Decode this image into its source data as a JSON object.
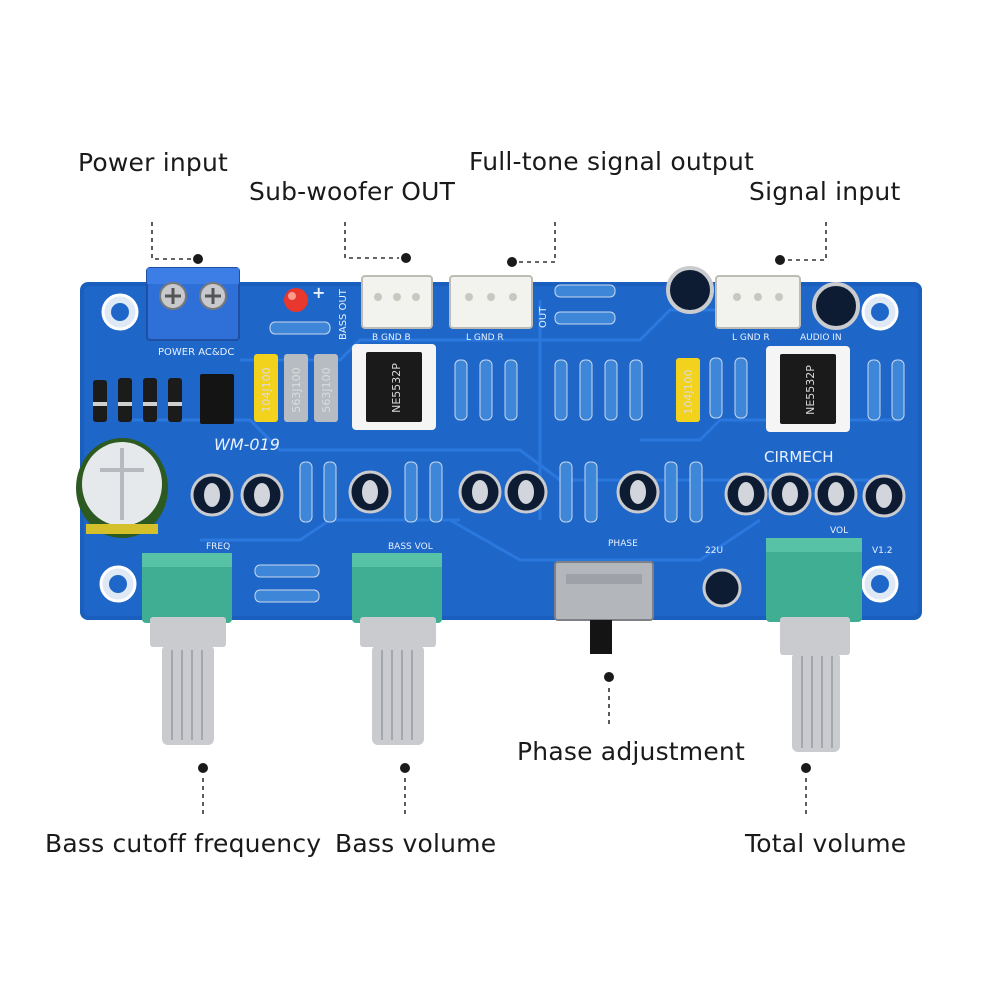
{
  "callouts": {
    "power_input": "Power input",
    "subwoofer_out": "Sub-woofer OUT",
    "fulltone_output": "Full-tone signal output",
    "signal_input": "Signal input",
    "phase_adjustment": "Phase adjustment",
    "bass_cutoff": "Bass cutoff frequency",
    "bass_volume": "Bass volume",
    "total_volume": "Total volume"
  },
  "board_silkscreen": {
    "model": "WM-019",
    "brand": "CIRMECH",
    "version": "V1.2",
    "power": "POWER AC&DC",
    "bass_out": "BASS OUT",
    "out": "OUT",
    "audio_in": "AUDIO IN",
    "freq": "FREQ",
    "bass_vol": "BASS VOL",
    "phase": "PHASE",
    "vol": "VOL",
    "cap_22u": "22U",
    "conn_b_gnd_b": "B GND B",
    "conn_l_gnd_r": "L GND R",
    "conn_l_gnd_r_in": "L GND R"
  },
  "chips": {
    "ic": "NE5532P",
    "film_cap_1": "104J100",
    "film_cap_2": "563J100",
    "film_cap_3": "563J100",
    "film_cap_4": "104J100"
  },
  "colors": {
    "pcb": "#1e66c8",
    "pcb_dark": "#154f9e",
    "potentiometer": "#3fae93",
    "shaft": "#c9cbcf",
    "terminal": "#2f6fd8",
    "connector": "#f2f2ee"
  }
}
